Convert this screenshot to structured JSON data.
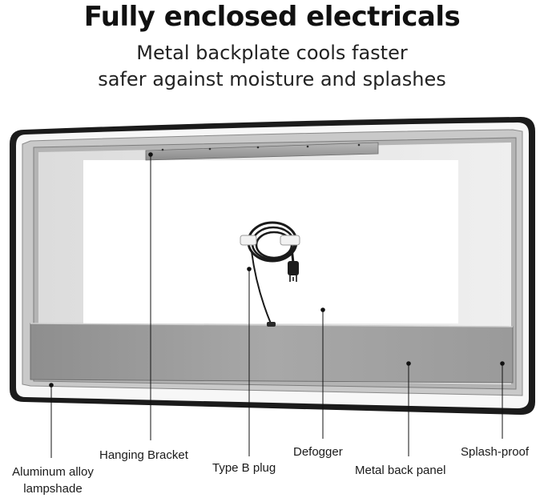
{
  "header": {
    "title": "Fully enclosed electricals",
    "subtitle_line1": "Metal backplate cools faster",
    "subtitle_line2": "safer against moisture and splashes"
  },
  "callouts": {
    "hanging_bracket": "Hanging Bracket",
    "aluminum_line1": "Aluminum alloy",
    "aluminum_line2": "lampshade",
    "type_b_plug": "Type B plug",
    "defogger": "Defogger",
    "metal_back_panel": "Metal back panel",
    "splash_proof": "Splash-proof"
  }
}
